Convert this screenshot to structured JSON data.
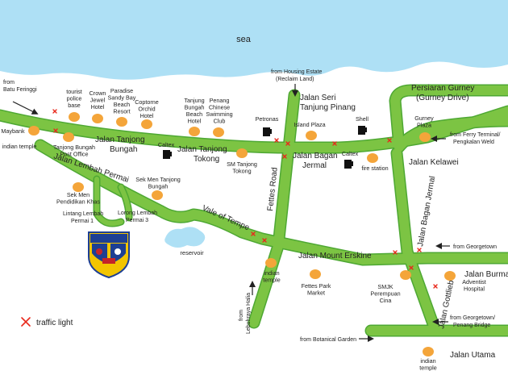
{
  "water": {
    "sea": "sea",
    "reservoir": "reservoir"
  },
  "roads": {
    "jalan_seri_1": "Jalan Seri",
    "jalan_seri_2": "Tanjung Pinang",
    "persiaran_gurney_1": "Persiaran Gurney",
    "persiaran_gurney_2": "(Gurney Drive)",
    "jalan_tanjong_bungah_1": "Jalan Tanjong",
    "jalan_tanjong_bungah_2": "Bungah",
    "jalan_tanjong_tokong_1": "Jalan Tanjong",
    "jalan_tanjong_tokong_2": "Tokong",
    "jalan_bagan_jermal_1": "Jalan Bagan",
    "jalan_bagan_jermal_2": "Jermal",
    "jalan_kelawei": "Jalan Kelawei",
    "jalan_lembah_permai": "Jalan Lembah Permai",
    "fettes_road": "Fettes Road",
    "vale_of_tempe": "Vale of Tempe",
    "jalan_bagan_jermal_vertical": "Jalan Bagan Jermal",
    "jalan_mount_erskine": "Jalan Mount Erskine",
    "jalan_burma": "Jalan Burma",
    "jalan_gottlieb": "Jalan Gottlieb",
    "jalan_utama": "Jalan Utama",
    "lintang_1": "Lintang Lembah",
    "lintang_2": "Permai 1",
    "lorong_1": "Lorong Lembah",
    "lorong_2": "Permai 3"
  },
  "directions": {
    "batu_1": "from",
    "batu_2": "Batu Feringgi",
    "housing_1": "from Housing Estate",
    "housing_2": "(Reclaim Land)",
    "ferry_1": "from Ferry Terminal/",
    "ferry_2": "Pengkalan Weld",
    "georgetown": "from Georgetown",
    "georgetown_penang_1": "from Georgetown/",
    "georgetown_penang_2": "Penang Bridge",
    "botanical": "from Botanical Garden",
    "lebuhraya_1": "from",
    "lebuhraya_2": "Lebuhraya Halia"
  },
  "landmarks": {
    "tourist_1": "tourist",
    "tourist_2": "police",
    "tourist_3": "base",
    "crown_1": "Crown",
    "crown_2": "Jewel",
    "crown_3": "Hotel",
    "paradise_1": "Paradise",
    "paradise_2": "Sandy Bay",
    "paradise_3": "Beach",
    "paradise_4": "Resort",
    "coptorne_1": "Coptorne",
    "coptorne_2": "Orchid",
    "coptorne_3": "Hotel",
    "tjbeach_1": "Tanjung",
    "tjbeach_2": "Bungah",
    "tjbeach_3": "Beach",
    "tjbeach_4": "Hotel",
    "penang_1": "Penang",
    "penang_2": "Chinese",
    "penang_3": "Swimming",
    "penang_4": "Club",
    "petronas": "Petronas",
    "island_plaza": "Island Plaza",
    "shell": "Shell",
    "gurney_plaza_1": "Gurney",
    "gurney_plaza_2": "Plaza",
    "maybank": "Maybank",
    "indian_temple": "indian temple",
    "tjpost_1": "Tanjong Bungah",
    "tjpost_2": "Post Office",
    "caltex_1": "Caltex",
    "caltex_2": "Caltex",
    "sm_1": "SM Tanjong",
    "sm_2": "Tokong",
    "fire_station": "fire station",
    "sekmen_tb_1": "Sek Men Tanjong",
    "sekmen_tb_2": "Bungah",
    "sekmen_pk_1": "Sek Men",
    "sekmen_pk_2": "Pendidikan Khas",
    "temple2_1": "indian",
    "temple2_2": "temple",
    "fettes_1": "Fettes Park",
    "fettes_2": "Market",
    "smjk_1": "SMJK",
    "smjk_2": "Perempuan",
    "smjk_3": "Cina",
    "adventist_1": "Adventist",
    "adventist_2": "Hospital",
    "temple3_1": "indian",
    "temple3_2": "temple"
  },
  "legend": {
    "traffic_light": "traffic light"
  },
  "colors": {
    "sea": "#aee0f5",
    "road": "#7cc443",
    "road_edge": "#4ea833",
    "landmark": "#f4a53a",
    "signal": "#e8291c"
  }
}
